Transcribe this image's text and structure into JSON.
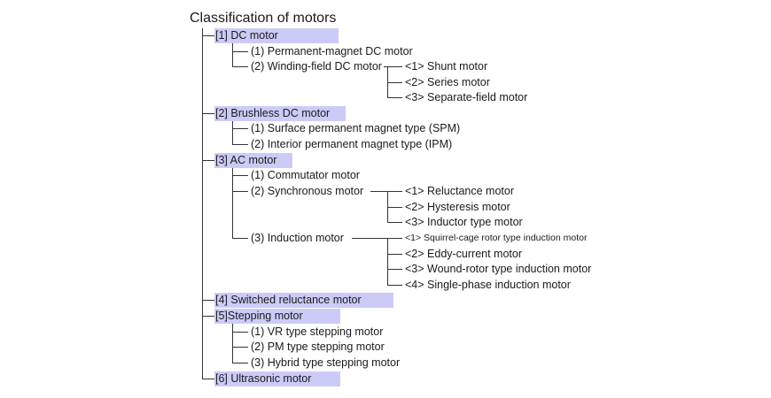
{
  "title": "Classification of motors",
  "categories": [
    {
      "label": "[1] DC motor",
      "items": [
        {
          "label": "(1) Permanent-magnet DC motor"
        },
        {
          "label": "(2) Winding-field DC motor",
          "subitems": [
            "<1> Shunt motor",
            "<2> Series motor",
            "<3> Separate-field motor"
          ]
        }
      ]
    },
    {
      "label": "[2] Brushless DC motor",
      "items": [
        {
          "label": "(1) Surface permanent magnet type (SPM)"
        },
        {
          "label": "(2) Interior permanent magnet type (IPM)"
        }
      ]
    },
    {
      "label": "[3] AC motor",
      "items": [
        {
          "label": "(1) Commutator motor"
        },
        {
          "label": "(2) Synchronous motor",
          "subitems": [
            "<1> Reluctance motor",
            "<2> Hysteresis motor",
            "<3> Inductor type motor"
          ]
        },
        {
          "label": "(3) Induction motor",
          "subitems": [
            "<1> Squirrel-cage rotor type induction motor",
            "<2> Eddy-current motor",
            "<3> Wound-rotor type induction motor",
            "<4> Single-phase induction motor"
          ]
        }
      ]
    },
    {
      "label": "[4] Switched reluctance motor",
      "items": []
    },
    {
      "label": "[5]Stepping motor",
      "items": [
        {
          "label": "(1) VR type stepping motor"
        },
        {
          "label": "(2) PM type stepping motor"
        },
        {
          "label": "(3) Hybrid type stepping motor"
        }
      ]
    },
    {
      "label": "[6] Ultrasonic motor",
      "items": []
    }
  ]
}
